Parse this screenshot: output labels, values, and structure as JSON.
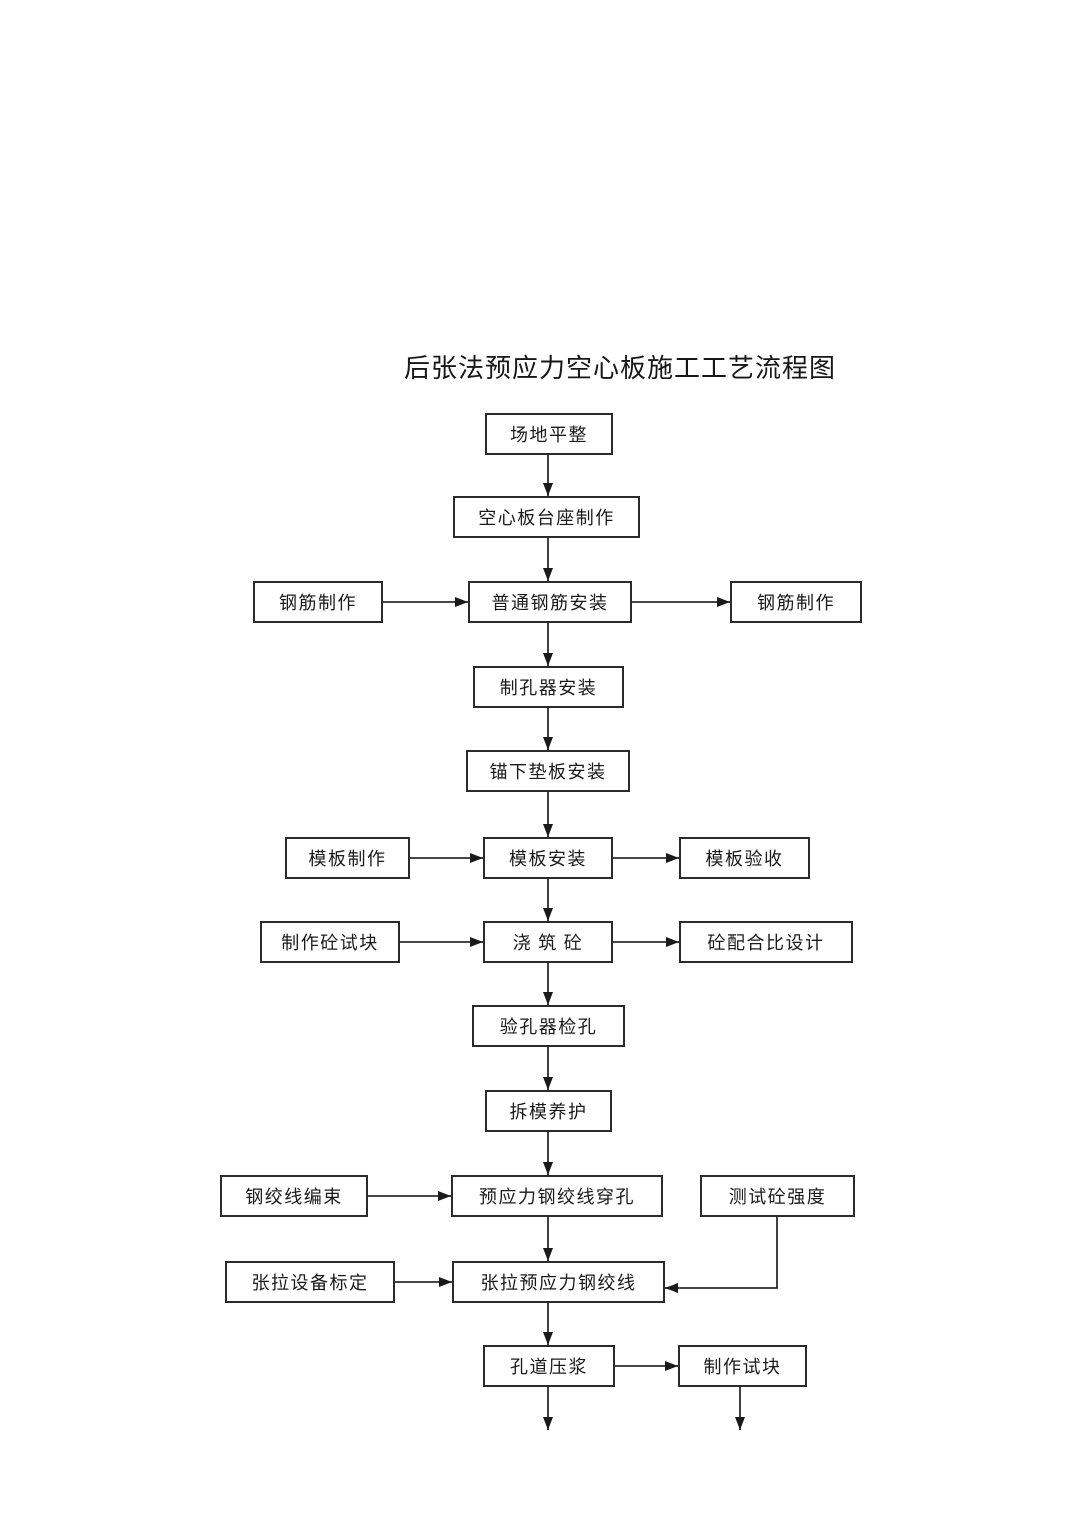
{
  "title": "后张法预应力空心板施工工艺流程图",
  "nodes": {
    "site_leveling": "场地平整",
    "pedestal_fabrication": "空心板台座制作",
    "rebar_fabrication_left": "钢筋制作",
    "ordinary_rebar_installation": "普通钢筋安装",
    "rebar_fabrication_right": "钢筋制作",
    "hole_former_installation": "制孔器安装",
    "anchor_plate_installation": "锚下垫板安装",
    "formwork_fabrication": "模板制作",
    "formwork_installation": "模板安装",
    "formwork_acceptance": "模板验收",
    "concrete_test_block_making": "制作砼试块",
    "concrete_pouring": "浇 筑 砼",
    "mix_ratio_design": "砼配合比设计",
    "hole_gauge_inspection": "验孔器检孔",
    "demold_curing": "拆模养护",
    "strand_bundling": "钢绞线编束",
    "strand_threading": "预应力钢绞线穿孔",
    "concrete_strength_test": "测试砼强度",
    "tension_equipment_calibration": "张拉设备标定",
    "strand_tensioning": "张拉预应力钢绞线",
    "duct_grouting": "孔道压浆",
    "test_block_making": "制作试块"
  }
}
